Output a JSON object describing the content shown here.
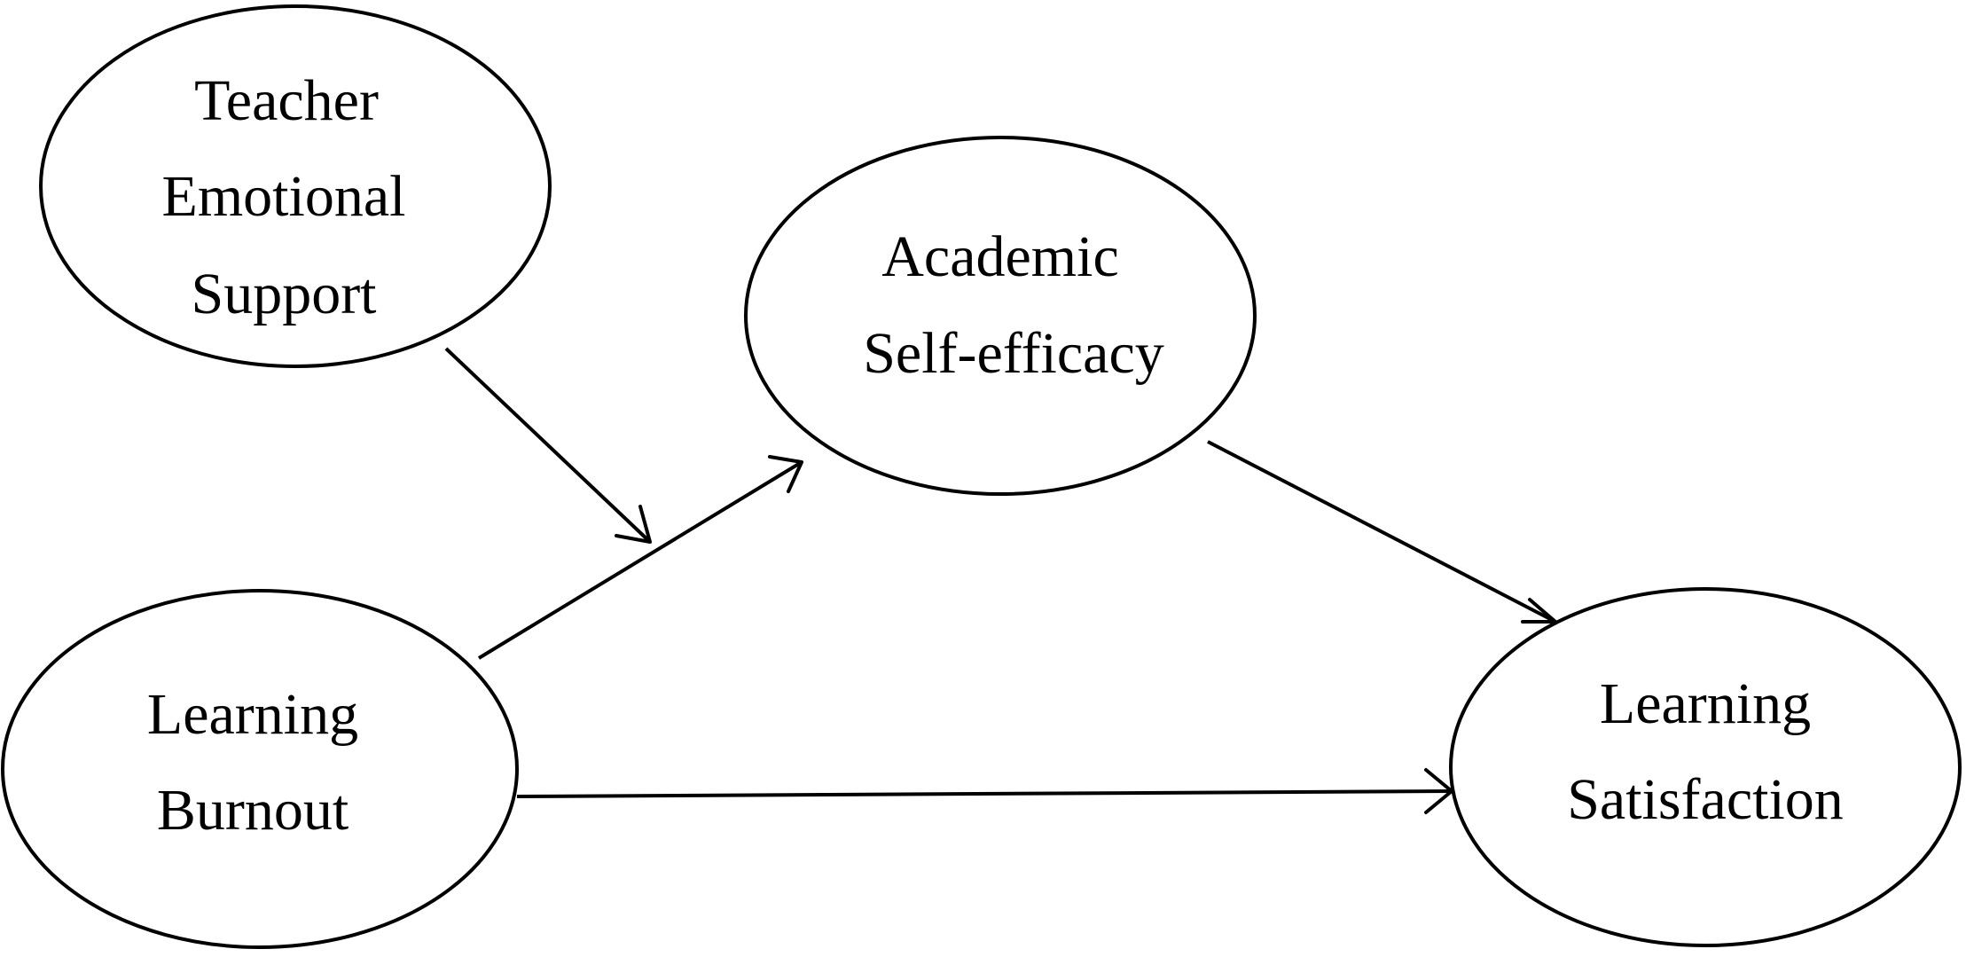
{
  "diagram": {
    "nodes": [
      {
        "id": "teacher-emotional-support",
        "lines": [
          "Teacher",
          "Emotional",
          "Support"
        ]
      },
      {
        "id": "academic-self-efficacy",
        "lines": [
          "Academic",
          "Self-efficacy"
        ]
      },
      {
        "id": "learning-burnout",
        "lines": [
          "Learning",
          "Burnout"
        ]
      },
      {
        "id": "learning-satisfaction",
        "lines": [
          "Learning",
          "Satisfaction"
        ]
      }
    ],
    "edges": [
      {
        "id": "burnout-to-self-efficacy",
        "from": "learning-burnout",
        "to": "academic-self-efficacy"
      },
      {
        "id": "self-efficacy-to-satisfaction",
        "from": "academic-self-efficacy",
        "to": "learning-satisfaction"
      },
      {
        "id": "burnout-to-satisfaction",
        "from": "learning-burnout",
        "to": "learning-satisfaction"
      },
      {
        "id": "support-moderates-burnout-path",
        "from": "teacher-emotional-support",
        "to": "burnout-to-self-efficacy"
      }
    ],
    "colors": {
      "stroke": "#000000",
      "background": "#ffffff"
    }
  }
}
